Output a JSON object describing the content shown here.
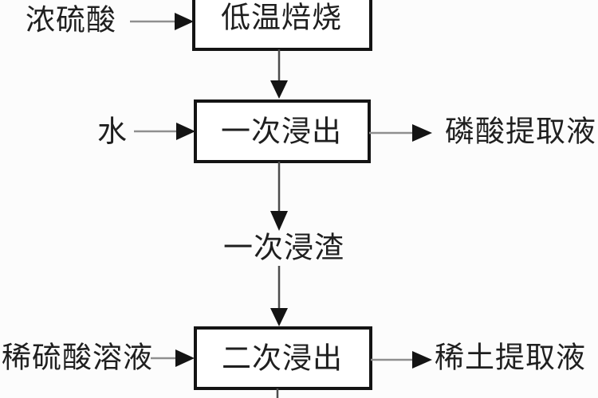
{
  "diagram": {
    "type": "flowchart",
    "language": "zh-CN",
    "nodes": {
      "roasting": "低温焙烧",
      "first_leach": "一次浸出",
      "second_leach": "二次浸出"
    },
    "labels": {
      "concentrated_sulfuric_acid": "浓硫酸",
      "water": "水",
      "phosphoric_acid_extract": "磷酸提取液",
      "first_leach_residue": "一次浸渣",
      "dilute_sulfuric_acid_solution": "稀硫酸溶液",
      "rare_earth_extract": "稀土提取液"
    },
    "edges": [
      {
        "from": "concentrated_sulfuric_acid",
        "to": "roasting"
      },
      {
        "from": "roasting",
        "to": "first_leach"
      },
      {
        "from": "water",
        "to": "first_leach"
      },
      {
        "from": "first_leach",
        "to": "phosphoric_acid_extract"
      },
      {
        "from": "first_leach",
        "to": "first_leach_residue"
      },
      {
        "from": "first_leach_residue",
        "to": "second_leach"
      },
      {
        "from": "dilute_sulfuric_acid_solution",
        "to": "second_leach"
      },
      {
        "from": "second_leach",
        "to": "rare_earth_extract"
      },
      {
        "from": "second_leach",
        "to": "cut_off_at_image_bottom"
      }
    ],
    "colors": {
      "background": "#fcfcfc",
      "box_fill": "#ffffff",
      "box_border": "#141414",
      "text": "#1f1f1f",
      "connector_h": "#8f8f8f",
      "connector_v": "#4d4d4d",
      "arrowhead": "#141414"
    }
  }
}
